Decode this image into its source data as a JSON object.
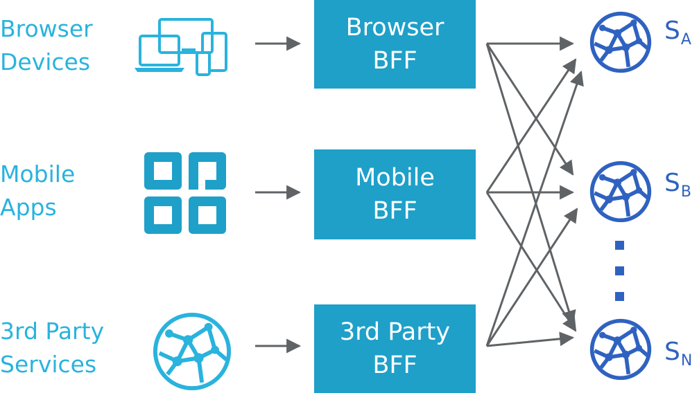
{
  "clients": [
    {
      "line1": "Browser",
      "line2": "Devices",
      "icon": "devices-icon"
    },
    {
      "line1": "Mobile",
      "line2": "Apps",
      "icon": "app-grid-icon"
    },
    {
      "line1": "3rd Party",
      "line2": "Services",
      "icon": "network-globe-icon"
    }
  ],
  "bffs": [
    {
      "line1": "Browser",
      "line2": "BFF"
    },
    {
      "line1": "Mobile",
      "line2": "BFF"
    },
    {
      "line1": "3rd Party",
      "line2": "BFF"
    }
  ],
  "services": [
    {
      "main": "S",
      "sub": "A",
      "icon": "network-globe-icon"
    },
    {
      "main": "S",
      "sub": "B",
      "icon": "network-globe-icon"
    },
    {
      "main": "S",
      "sub": "N",
      "icon": "network-globe-icon"
    }
  ],
  "ellipsis_icon": "vertical-ellipsis-icon",
  "colors": {
    "client": "#29b3dd",
    "bff": "#1ea0c9",
    "service": "#2f62c0",
    "arrow": "#5f6366"
  }
}
